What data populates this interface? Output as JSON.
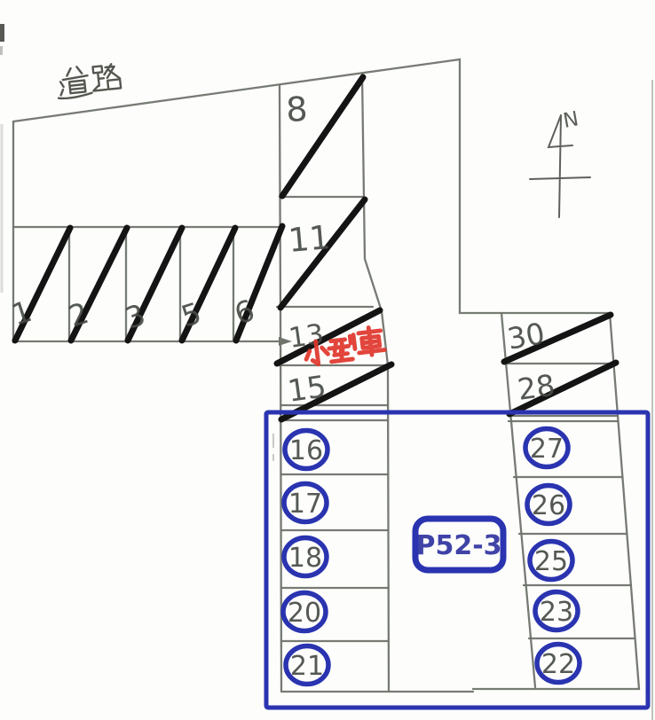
{
  "labels": {
    "road": "道路",
    "small_car": "小型車",
    "north": "N"
  },
  "badge": {
    "label": "P52-3"
  },
  "colors": {
    "highlight_blue": "#2a34b0",
    "badge_text_blue": "#4043a6",
    "crossout_black": "#141414",
    "outline_gray": "#6f746c",
    "small_car_red": "#e0382e",
    "digit_ink": "#474b44"
  },
  "spaces": {
    "row_a": [
      {
        "number": "1",
        "mark": "diagonal"
      },
      {
        "number": "2",
        "mark": "diagonal"
      },
      {
        "number": "3",
        "mark": "diagonal"
      },
      {
        "number": "5",
        "mark": "diagonal"
      },
      {
        "number": "6",
        "mark": "diagonal"
      }
    ],
    "column_b": [
      {
        "number": "8",
        "mark": "diagonal"
      },
      {
        "number": "11",
        "mark": "diagonal"
      },
      {
        "number": "13",
        "mark": "diagonal"
      },
      {
        "number": "15",
        "mark": "diagonal"
      }
    ],
    "column_c": [
      {
        "number": "16",
        "mark": "circle"
      },
      {
        "number": "17",
        "mark": "circle"
      },
      {
        "number": "18",
        "mark": "circle"
      },
      {
        "number": "20",
        "mark": "circle"
      },
      {
        "number": "21",
        "mark": "circle"
      }
    ],
    "column_d": [
      {
        "number": "30",
        "mark": "diagonal"
      },
      {
        "number": "28",
        "mark": "diagonal"
      },
      {
        "number": "27",
        "mark": "circle"
      },
      {
        "number": "26",
        "mark": "circle"
      },
      {
        "number": "25",
        "mark": "circle"
      },
      {
        "number": "23",
        "mark": "circle"
      },
      {
        "number": "22",
        "mark": "circle"
      }
    ]
  }
}
